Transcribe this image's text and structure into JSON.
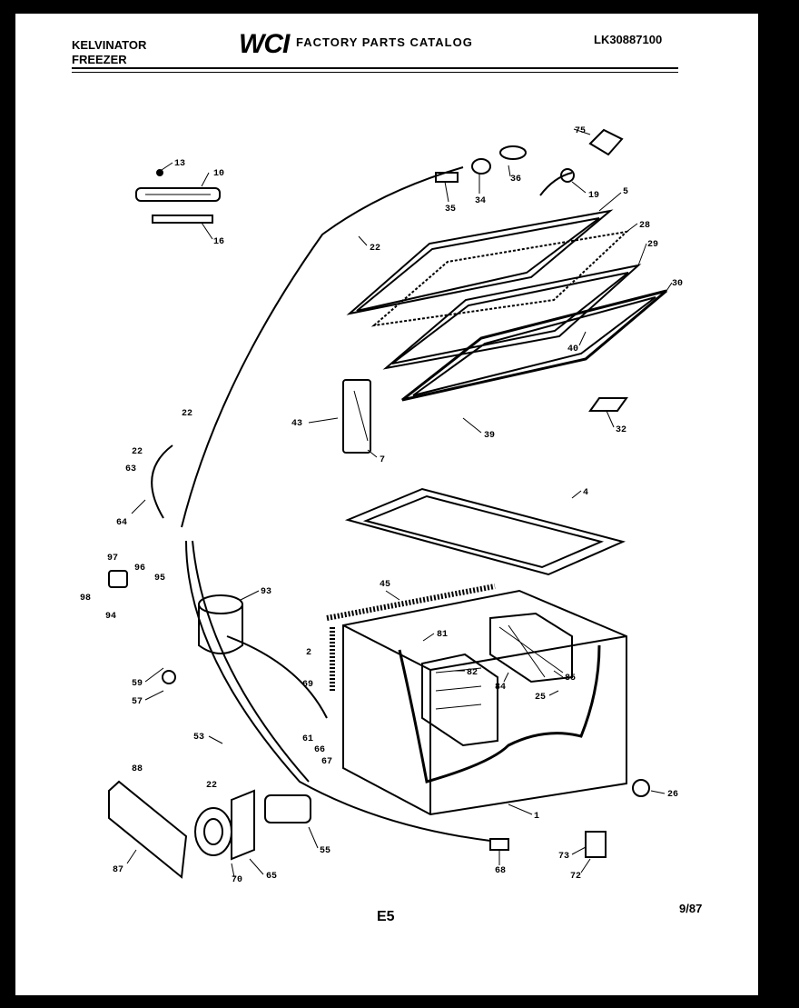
{
  "header": {
    "brand_line1": "KELVINATOR",
    "brand_line2": "FREEZER",
    "logo_text": "WCI",
    "catalog_title": "FACTORY PARTS CATALOG",
    "model_number": "LK30887100"
  },
  "footer": {
    "page_code": "E5",
    "date": "9/87"
  },
  "callouts": [
    "13",
    "10",
    "16",
    "75",
    "36",
    "34",
    "35",
    "19",
    "5",
    "22",
    "28",
    "29",
    "30",
    "40",
    "43",
    "7",
    "39",
    "32",
    "22",
    "22",
    "63",
    "64",
    "4",
    "97",
    "96",
    "95",
    "98",
    "94",
    "93",
    "45",
    "81",
    "82",
    "84",
    "85",
    "2",
    "69",
    "25",
    "59",
    "57",
    "53",
    "61",
    "66",
    "67",
    "26",
    "88",
    "87",
    "22",
    "70",
    "65",
    "55",
    "68",
    "73",
    "72",
    "1"
  ]
}
